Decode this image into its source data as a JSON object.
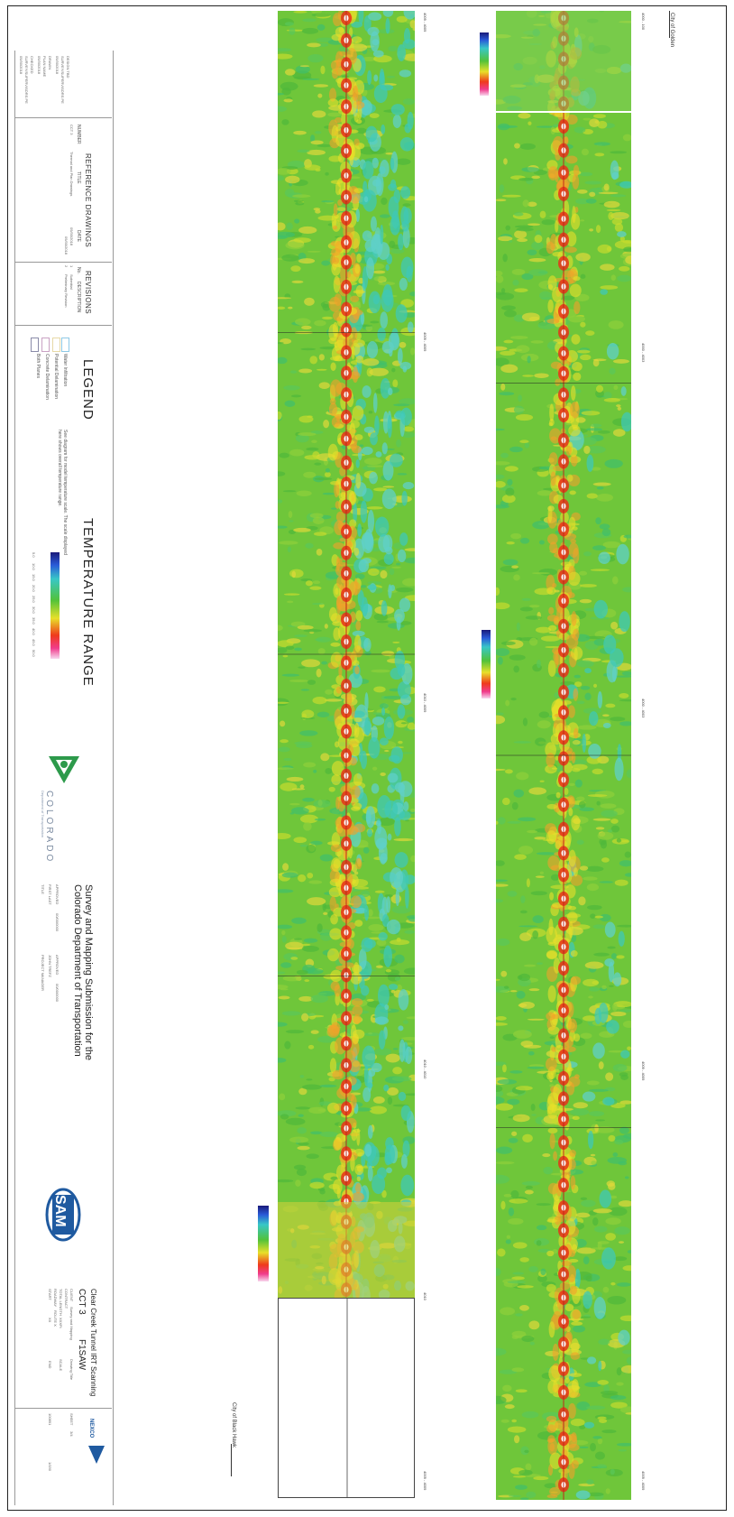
{
  "meta": {
    "project_line": "Clear Creek Tunnel IRT Scanning",
    "cct": "CCT 3",
    "code": "F1SAW",
    "client_label": "CLIENT",
    "client_value": "Survey and Mapping",
    "contract_label": "CONTRACT",
    "total_length_label": "TOTAL LENGTH",
    "total_length_value": "XXXFt",
    "roadway_label": "ROADWAY",
    "roadway_value": "ROUTE X",
    "start_label": "START",
    "start_value": "XX",
    "end_label": "END",
    "drawing_label": "Drawing Title",
    "scale_label": "SCALE",
    "sheet_label": "SHEET",
    "sheet_value": "3/4",
    "number_value": "1/150",
    "number_top": "100891"
  },
  "reference_drawings": {
    "title": "REFERENCE DRAWINGS",
    "col_number": "NUMBER",
    "col_title": "TITLE",
    "col_date": "DATE",
    "row_number": "CCT 3",
    "row_title": "Thermal and Plan Drawings",
    "row_date": "09/30/2018"
  },
  "revisions": {
    "title": "REVISIONS",
    "col_no": "No.",
    "col_desc": "DESCRIPTION",
    "row1_no": "1",
    "row1_desc": "Submittal",
    "row2_date": "09/30/2018",
    "row2_no": "2",
    "row2_desc": "Preliminary Revision"
  },
  "designer_block": {
    "line1": "DESIGN TBD",
    "line2": "SURVEY/SUPERVISORS PE",
    "line3": "09/30/2018",
    "line4": "DRAWN",
    "line5": "PLAN NAME",
    "line6": "09/30/2018",
    "line7": "CHECKED",
    "line8": "SURVEY/SUPERVISORS PE",
    "line9": "09/30/2018"
  },
  "legend": {
    "title": "LEGEND",
    "items": [
      {
        "label": "Water Infiltration",
        "color": "#8ec9e6"
      },
      {
        "label": "Potential Delamination",
        "color": "#e7d9a6"
      },
      {
        "label": "Concrete Delamination",
        "color": "#c9a2c3"
      },
      {
        "label": "Both Planes",
        "color": "#8a8ba8"
      }
    ],
    "note": "See diagram for model temperature scale. The scale displayed here shows overall temperature range."
  },
  "temperature_range": {
    "title": "TEMPERATURE RANGE",
    "scale_labels": [
      "5.0",
      "10.0",
      "15.0",
      "20.0",
      "25.0",
      "30.0",
      "35.0",
      "40.0",
      "45.0",
      "50.0"
    ]
  },
  "agency": {
    "logo_text": "COLORADO",
    "logo_sub": "Department of Transportation",
    "submission_line1": "Survey and Mapping Submission for the",
    "submission_line2": "Colorado Department of Transportation",
    "approved_label": "APPROVED",
    "approved_value": "00/00/0000",
    "approved_by_label": "APPROVED",
    "approved_by_value": "00/00/0000",
    "first_last_label": "FIRST LAST",
    "first_last_value": "JOHN TREFZ",
    "title_label": "TITLE",
    "title_value": "PROJECT MANAGER"
  },
  "sam_logo": "SAM",
  "rebco_logo": "NEXCO",
  "strip_left": {
    "station_labels": [
      "4009 - 4009",
      "4009 - 4009",
      "4010 - 4009",
      "4010 - 4010",
      "4010",
      "4009 - 4009"
    ],
    "bottom_label": "City of Black Hawk"
  },
  "strip_right": {
    "station_labels": [
      "4000 - 100",
      "4000 - 4003",
      "4000 - 4003",
      "4009 - 4009",
      "4009 - 4009"
    ],
    "top_label": "City of Golden"
  },
  "colors": {
    "hot": "#e8321a",
    "warm": "#f2a12a",
    "mid": "#52c23a",
    "cool": "#3fc8b5",
    "cold": "#1a3fa8"
  }
}
